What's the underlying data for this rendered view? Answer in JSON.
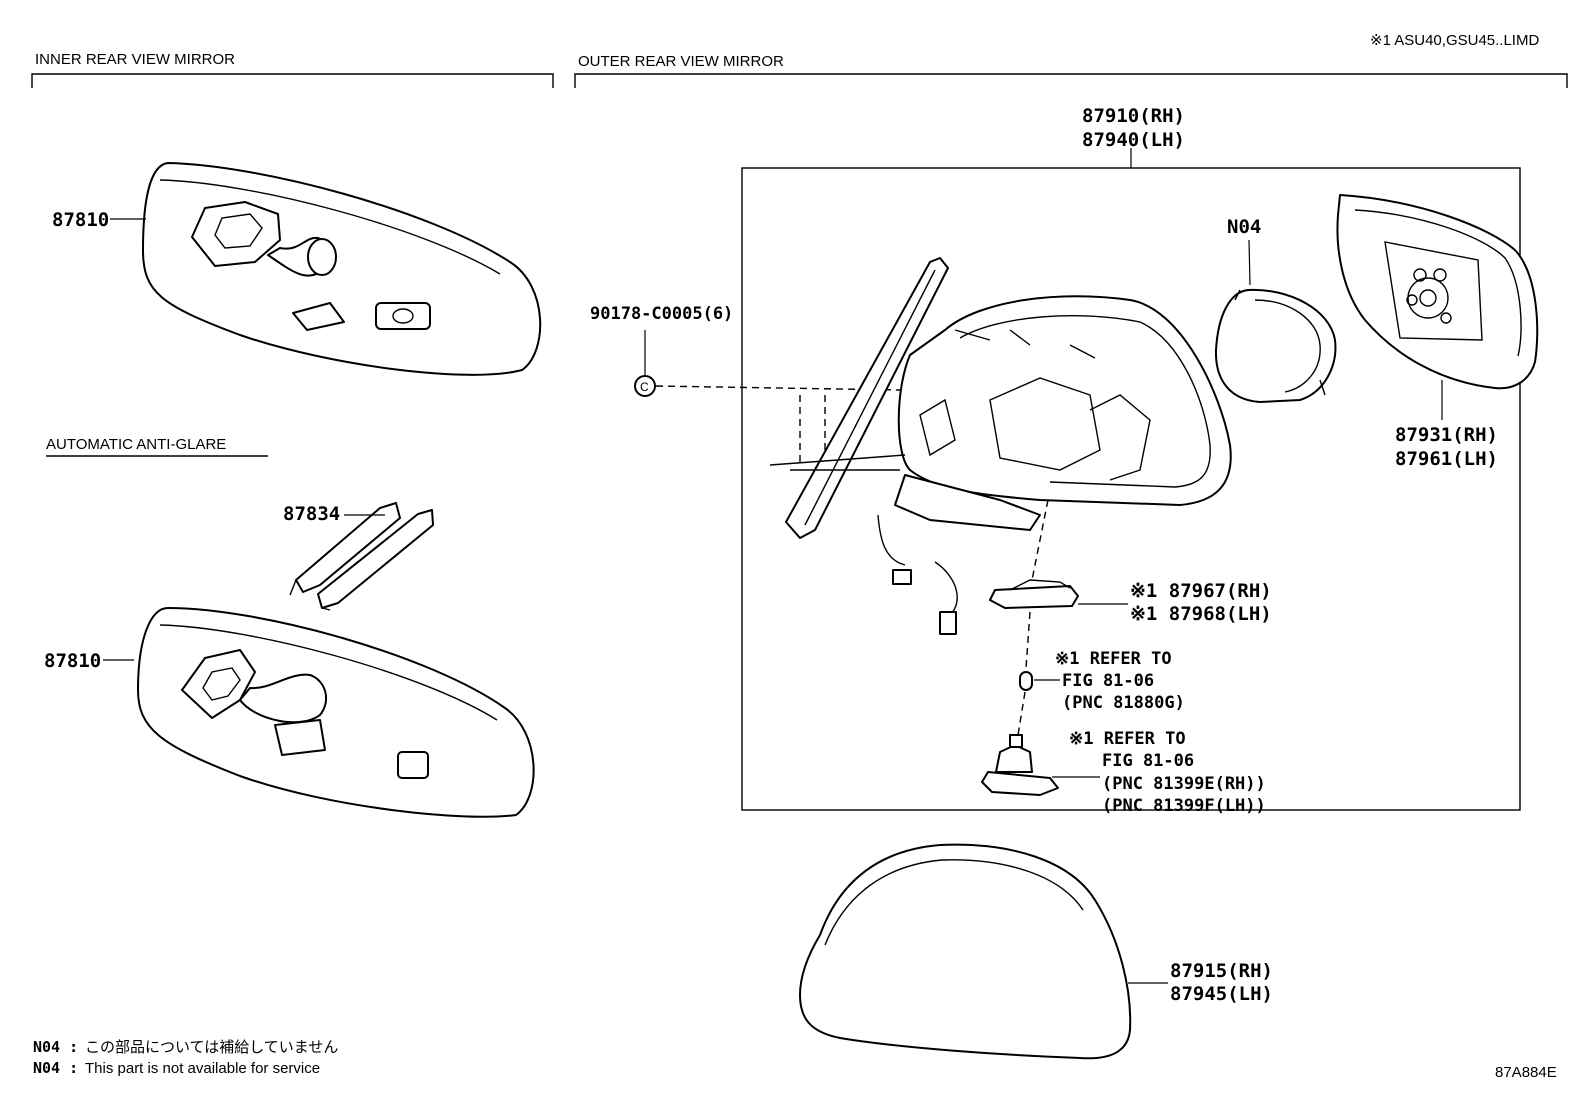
{
  "header": {
    "footnote_top": "※1 ASU40,GSU45..LIMD",
    "section_inner": "INNER REAR VIEW MIRROR",
    "section_outer": "OUTER REAR VIEW MIRROR",
    "subsection_auto": "AUTOMATIC ANTI-GLARE"
  },
  "parts": {
    "p87810_a": "87810",
    "p87810_b": "87810",
    "p87834": "87834",
    "p90178": "90178-C0005(6)",
    "p87910_rh": "87910(RH)",
    "p87940_lh": "87940(LH)",
    "n04": "N04",
    "p87931_rh": "87931(RH)",
    "p87961_lh": "87961(LH)",
    "p87967_rh": "※1 87967(RH)",
    "p87968_lh": "※1 87968(LH)",
    "ref1_l1": "※1 REFER TO",
    "ref1_l2": "FIG 81-06",
    "ref1_l3": "(PNC 81880G)",
    "ref2_l1": "※1 REFER TO",
    "ref2_l2": "FIG 81-06",
    "ref2_l3": "(PNC 81399E(RH))",
    "ref2_l4": "(PNC 81399F(LH))",
    "p87915_rh": "87915(RH)",
    "p87945_lh": "87945(LH)",
    "clip_symbol": "C"
  },
  "notes": {
    "n04_jp_code": "N04 :",
    "n04_jp_text": "この部品については補給していません",
    "n04_en_code": "N04 :",
    "n04_en_text": "This part is not available for service"
  },
  "figure_id": "87A884E"
}
